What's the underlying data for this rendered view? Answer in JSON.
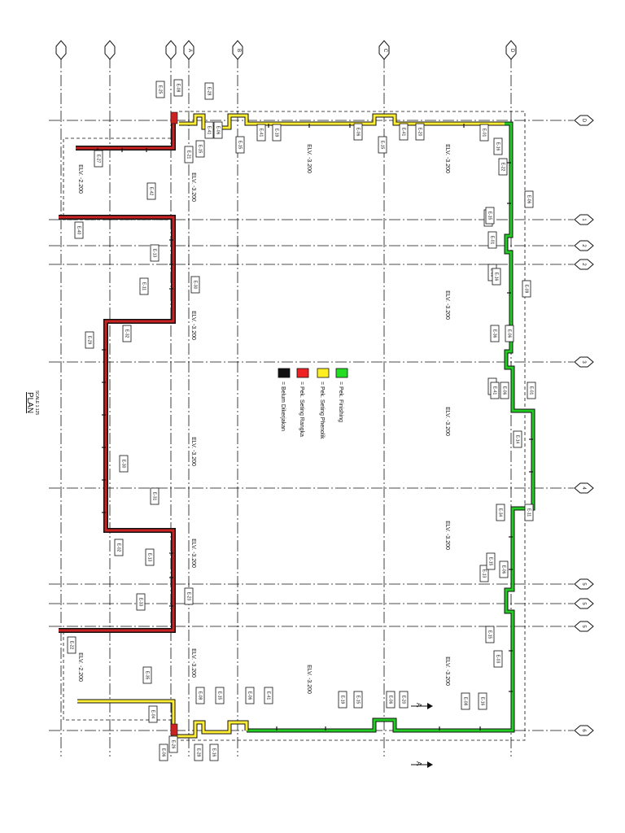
{
  "drawing": {
    "title": "PLAN",
    "scale": "SCALE 1:125",
    "section_marker": "A"
  },
  "legend": {
    "items": [
      {
        "label": "= Pek. Finishing",
        "color": "#22dd22"
      },
      {
        "label": "= Pek. Seting Phenolik",
        "color": "#ffee22"
      },
      {
        "label": "= Pek. Seting Rangka",
        "color": "#ee2222"
      },
      {
        "label": "= Belum Dikerjakan",
        "color": "#111111"
      }
    ]
  },
  "colors": {
    "finishing": "#22cc22",
    "phenolik": "#ffee33",
    "rangka": "#cc2222",
    "line": "#111111"
  },
  "grid_bubbles": {
    "top": [
      "",
      "",
      "",
      "A",
      "B",
      "C",
      "D"
    ],
    "right": [
      "D",
      "1",
      "2",
      "2",
      "3",
      "4",
      "5",
      "5",
      "5",
      "6"
    ]
  },
  "elevations": {
    "main": "ELV. -3.200",
    "upper": "ELV. -2.200"
  },
  "tags": [
    "E-25",
    "E-08",
    "E-28",
    "E-15",
    "E-06",
    "E-41",
    "E-15",
    "E-41",
    "E-19",
    "E-06",
    "E-15",
    "E-41",
    "E-20",
    "E-01",
    "E-16",
    "E-22",
    "E-27",
    "E-21",
    "E-42",
    "E-40",
    "E-13",
    "E-11",
    "E-30",
    "E-32",
    "E-29",
    "E-30",
    "E-31",
    "E-13",
    "E-02",
    "E-33",
    "E-23",
    "E-22",
    "E-35",
    "E-04",
    "E-26",
    "E-06",
    "E-28",
    "E-16",
    "E-08",
    "E-15",
    "E-06",
    "E-41",
    "E-19",
    "E-15",
    "E-06",
    "E-20",
    "E-08",
    "E-16",
    "E-03",
    "E-15",
    "E-06",
    "E-13",
    "E-34",
    "E-11",
    "E-14",
    "E-01",
    "E-36",
    "E-06",
    "E-36",
    "E-03",
    "E-06",
    "E-15",
    "E-09",
    "E-16",
    "E-06",
    "E-15",
    "E-01",
    "E-41",
    "E-15"
  ]
}
